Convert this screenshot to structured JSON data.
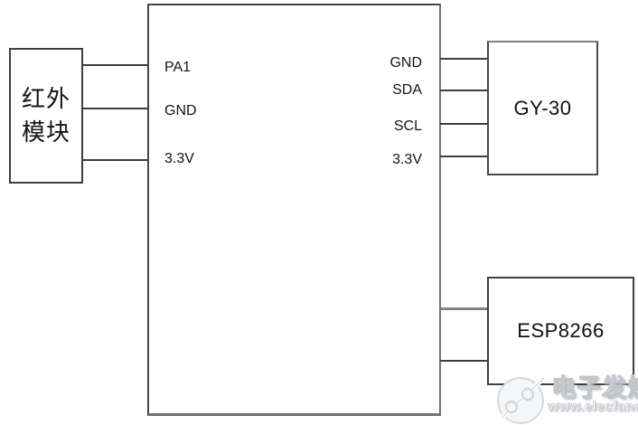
{
  "diagram": {
    "blocks": {
      "infrared": {
        "label_line1": "红外",
        "label_line2": "模块"
      },
      "mcu": {
        "left_pins": [
          {
            "label": "PA1"
          },
          {
            "label": "GND"
          },
          {
            "label": "3.3V"
          }
        ],
        "right_pins": [
          {
            "label": "GND"
          },
          {
            "label": "SDA"
          },
          {
            "label": "SCL"
          },
          {
            "label": "3.3V"
          }
        ]
      },
      "gy30": {
        "label": "GY-30"
      },
      "esp8266": {
        "label": "ESP8266"
      }
    },
    "colors": {
      "background": "#ffffff",
      "wire_dark": "#3a3d41",
      "wire_gray": "#7d8187",
      "border_dark": "#3c3f43",
      "border_shadow_gray": "#6f737a",
      "text": "#141414",
      "watermark": "#c6cacf"
    }
  },
  "watermark": {
    "brand": "电子发烧友",
    "url": "www.elecfans.com"
  }
}
